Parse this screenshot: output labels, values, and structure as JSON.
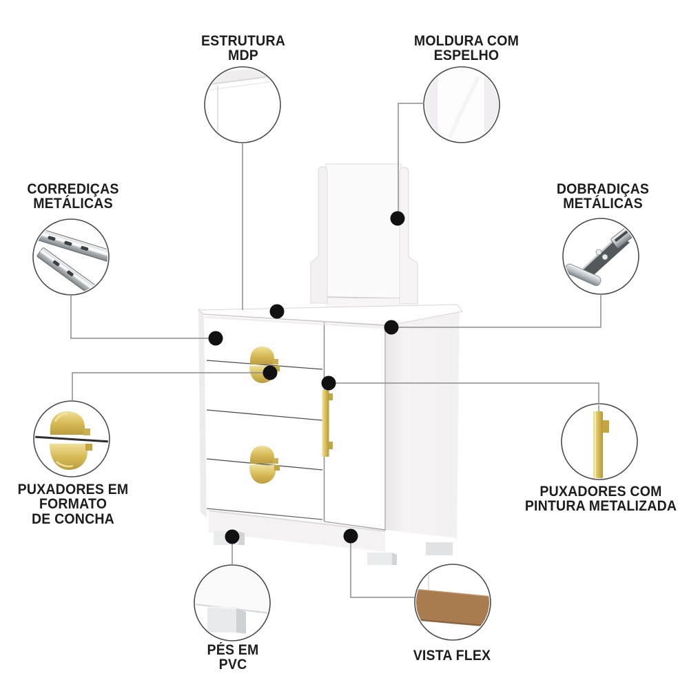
{
  "diagram": {
    "type": "product-feature-callout-diagram",
    "callouts": [
      {
        "id": "estrutura-mdp",
        "label": "ESTRUTURA\nMDP",
        "icon": "furniture-corner-detail"
      },
      {
        "id": "moldura-espelho",
        "label": "MOLDURA COM\nESPELHO",
        "icon": "mirror-frame-detail"
      },
      {
        "id": "corredicas-metalicas",
        "label": "CORREDIÇAS\nMETÁLICAS",
        "icon": "metal-drawer-slides-detail"
      },
      {
        "id": "dobradicas-metalicas",
        "label": "DOBRADIÇAS\nMETÁLICAS",
        "icon": "metal-hinge-detail"
      },
      {
        "id": "puxadores-concha",
        "label": "PUXADORES EM\nFORMATO\nDE CONCHA",
        "icon": "gold-shell-handle-detail"
      },
      {
        "id": "puxadores-metalizada",
        "label": "PUXADORES COM\nPINTURA METALIZADA",
        "icon": "gold-bar-handle-detail"
      },
      {
        "id": "pes-pvc",
        "label": "PÉS EM\nPVC",
        "icon": "pvc-foot-detail"
      },
      {
        "id": "vista-flex",
        "label": "VISTA FLEX",
        "icon": "flex-back-panel-detail"
      }
    ],
    "colors": {
      "background": "#ffffff",
      "text": "#1d1d1d",
      "connector_line": "#8c8c8c",
      "dot": "#111111",
      "circle_stroke": "#4a4a4a",
      "gold": "#d9c163",
      "flex_brown": "#a87c4e"
    }
  }
}
